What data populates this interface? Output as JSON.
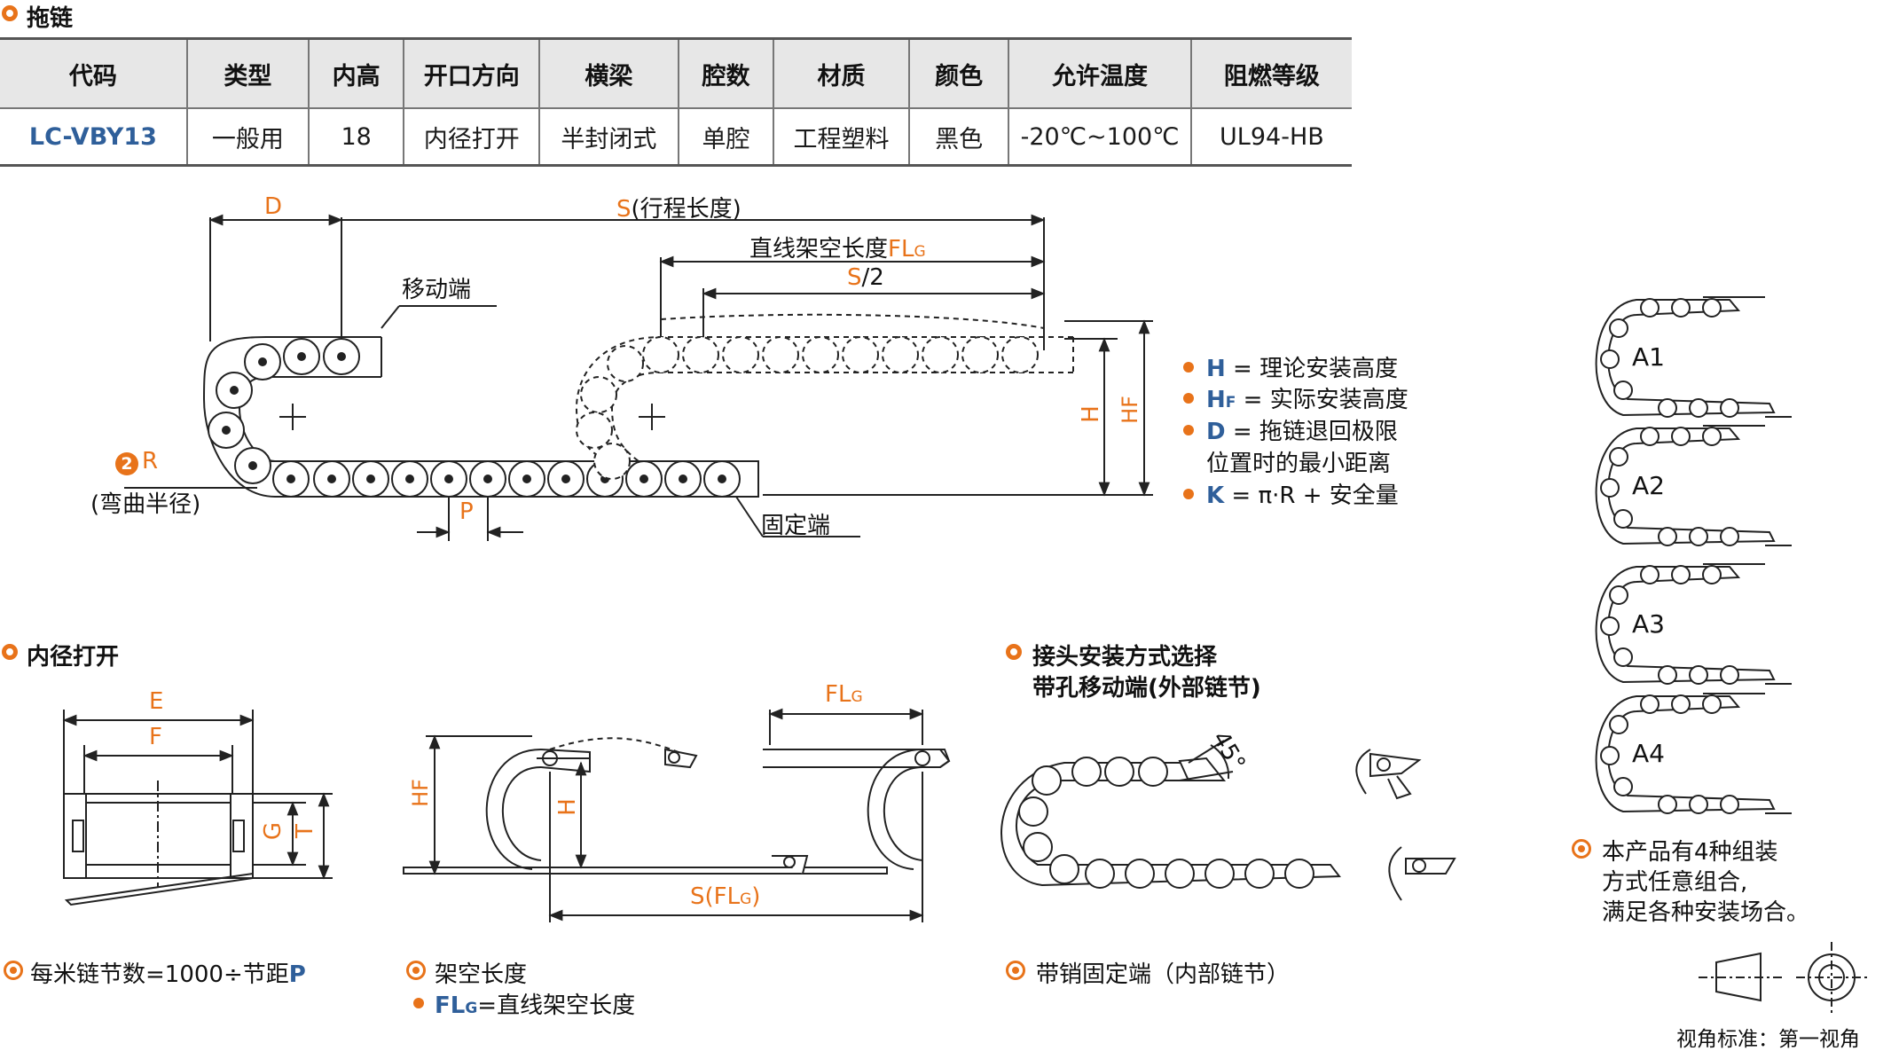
{
  "section_title": "拖链",
  "spec_table": {
    "headers": [
      "代码",
      "类型",
      "内高",
      "开口方向",
      "横梁",
      "腔数",
      "材质",
      "颜色",
      "允许温度",
      "阻燃等级"
    ],
    "row": [
      "LC-VBY13",
      "一般用",
      "18",
      "内径打开",
      "半封闭式",
      "单腔",
      "工程塑料",
      "黑色",
      "-20℃~100℃",
      "UL94-HB"
    ]
  },
  "main_diagram": {
    "d_label": "D",
    "s_label": "S",
    "s_suffix": "(行程长度)",
    "flg_prefix": "直线架空长度",
    "fl_label": "FL",
    "g_sub": "G",
    "s2_s": "S",
    "s2_rest": "/2",
    "moving_end": "移动端",
    "fixed_end": "固定端",
    "r_num": "2",
    "r_label": "R",
    "bend_radius": "(弯曲半径)",
    "p_label": "P",
    "h_label": "H",
    "hf_label": "HF"
  },
  "legend": [
    {
      "key": "H",
      "sub": "",
      "text": " = 理论安装高度"
    },
    {
      "key": "H",
      "sub": "F",
      "text": " = 实际安装高度"
    },
    {
      "key": "D",
      "sub": "",
      "text": " = 拖链退回极限"
    },
    {
      "key": "",
      "sub": "",
      "text": "位置时的最小距离"
    },
    {
      "key": "K",
      "sub": "",
      "text": " = π·R + 安全量"
    }
  ],
  "inner_open": {
    "title": "内径打开",
    "e_label": "E",
    "f_label": "F",
    "g_label": "G",
    "t_label": "T",
    "note_prefix": "每米链节数=1000÷节距",
    "note_key": "P"
  },
  "span": {
    "hf_label": "HF",
    "h_label": "H",
    "fl_label": "FL",
    "g_sub": "G",
    "s_fl_prefix": "S(",
    "s_fl_suffix": ")",
    "title": "架空长度",
    "flg_key": "FL",
    "flg_text": "=直线架空长度"
  },
  "connector": {
    "title_line1": "接头安装方式选择",
    "title_line2": "带孔移动端(外部链节)",
    "angle": "45°",
    "note": "带销固定端（内部链节）"
  },
  "assembly": {
    "labels": [
      "A1",
      "A2",
      "A3",
      "A4"
    ],
    "note_line1": "本产品有4种组装",
    "note_line2": "方式任意组合,",
    "note_line3": "满足各种安装场合。",
    "view_standard": "视角标准：第一视角"
  },
  "colors": {
    "accent": "#e8731a",
    "code_blue": "#2f5f9a",
    "header_gray": "#e7e7e7"
  }
}
